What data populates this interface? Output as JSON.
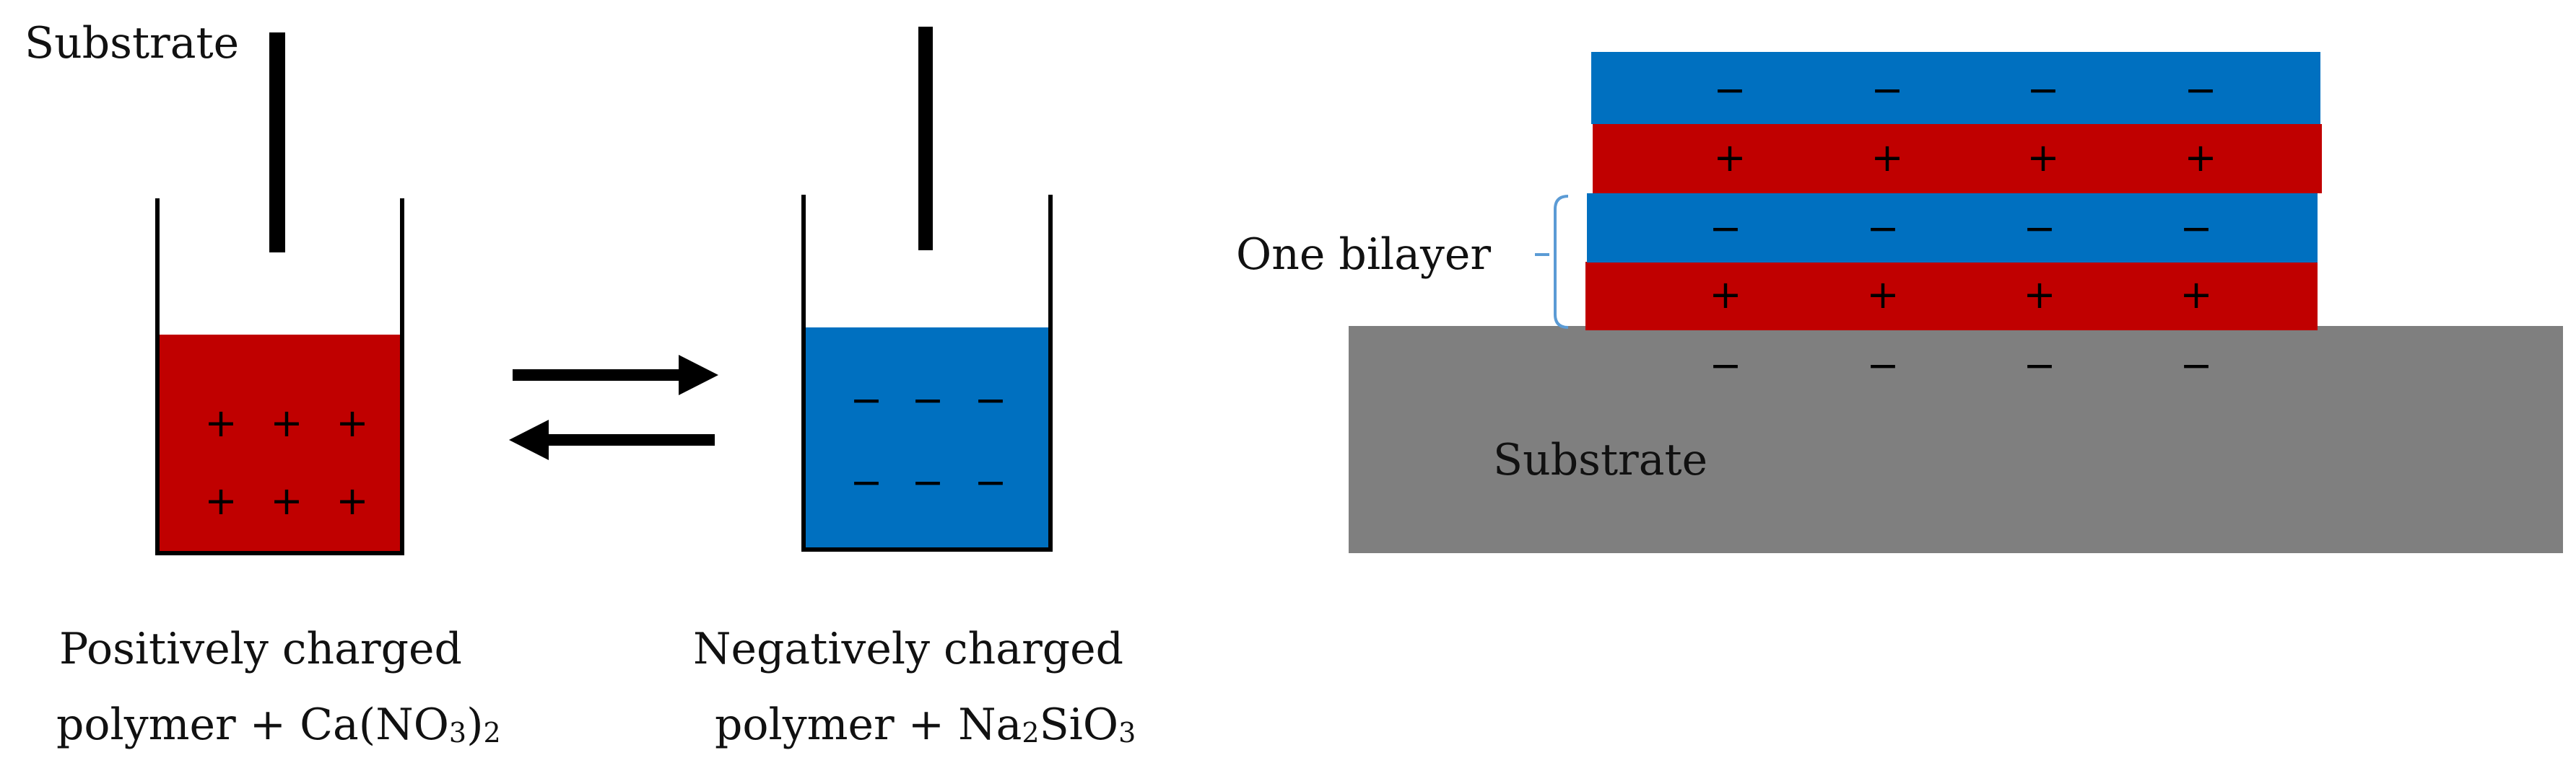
{
  "colors": {
    "positive": "#c00000",
    "negative": "#0070c0",
    "substrate": "#7f7f7f",
    "bracket": "#5b9bd5"
  },
  "labels": {
    "substrate_top": "Substrate",
    "substrate_bottom": "Substrate",
    "one_bilayer": "One bilayer",
    "positive_line1": "Positively charged",
    "positive_line2_prefix": "polymer + Ca(NO",
    "positive_line2_sub1": "3",
    "positive_line2_mid": ")",
    "positive_line2_sub2": "2",
    "negative_line1": "Negatively charged",
    "negative_line2_prefix": "polymer + Na",
    "negative_line2_sub1": "2",
    "negative_line2_mid": "SiO",
    "negative_line2_sub2": "3"
  },
  "symbols": {
    "plus": "+",
    "minus": "−"
  }
}
